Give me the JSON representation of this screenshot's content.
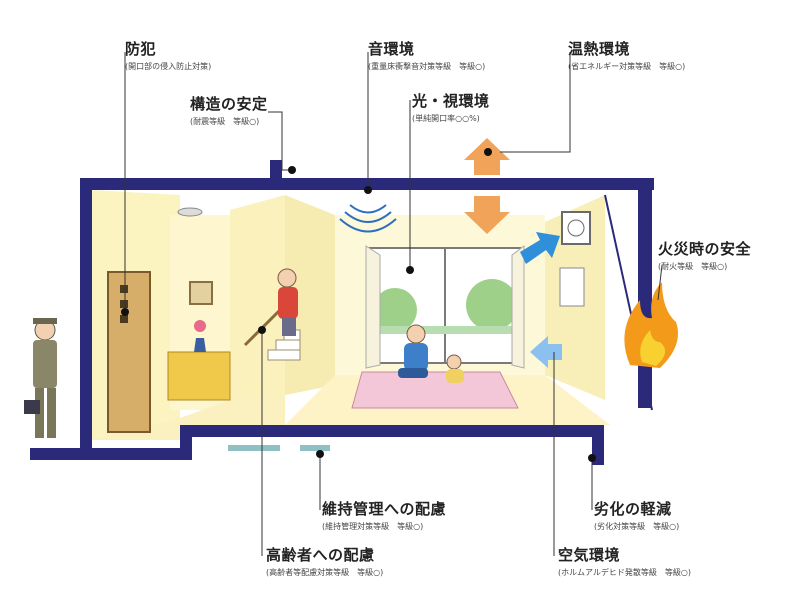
{
  "labels": {
    "bohan": {
      "title": "防犯",
      "sub": "(開口部の侵入防止対策)"
    },
    "kouzou": {
      "title": "構造の安定",
      "sub": "(耐震等級　等級○)"
    },
    "oto": {
      "title": "音環境",
      "sub": "(重量床衝撃音対策等級　等級○)"
    },
    "onnetsu": {
      "title": "温熱環境",
      "sub": "(省エネルギー対策等級　等級○)"
    },
    "hikari": {
      "title": "光・視環境",
      "sub": "(単純開口率○○%)"
    },
    "kasai": {
      "title": "火災時の安全",
      "sub": "(耐火等級　等級○)"
    },
    "iji": {
      "title": "維持管理への配慮",
      "sub": "(維持管理対策等級　等級○)"
    },
    "rekka": {
      "title": "劣化の軽減",
      "sub": "(劣化対策等級　等級○)"
    },
    "koreisha": {
      "title": "高齢者への配慮",
      "sub": "(高齢者等配慮対策等級　等級○)"
    },
    "kuuki": {
      "title": "空気環境",
      "sub": "(ホルムアルデヒド発散等級　等級○)"
    }
  },
  "colors": {
    "frame": "#2b2a7a",
    "wall": "#fbf3c0",
    "room": "#fdf8d8",
    "arrow_orange": "#f2a35a",
    "arrow_blue": "#2f8fd8",
    "fire": "#f39a1a",
    "rug": "#f4c7d8"
  }
}
